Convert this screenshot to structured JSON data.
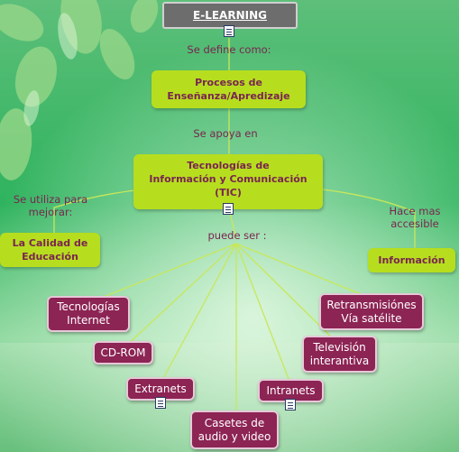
{
  "nodes": {
    "root": "E-LEARNING",
    "procesos": "Procesos de\nEnseñanza/Apredizaje",
    "tic": "Tecnologías de\nInformación y Comunicación\n(TIC)",
    "calidad": "La Calidad de\nEducación",
    "informacion": "Información",
    "tec_internet": "Tecnologías\nInternet",
    "cdrom": "CD-ROM",
    "extranets": "Extranets",
    "casetes": "Casetes de\naudio y video",
    "intranets": "Intranets",
    "television": "Televisión\ninterantiva",
    "retransmisiones": "Retransmisiónes\nVía satélite"
  },
  "link_labels": {
    "se_define": "Se define como:",
    "se_apoya": "Se apoya en",
    "se_utiliza": "Se utiliza para\nmejorar:",
    "hace_mas": "Hace mas\naccesible",
    "puede_ser": "puede ser :"
  },
  "icons": [
    "document-icon",
    "document-icon",
    "document-icon",
    "document-icon",
    "document-icon"
  ],
  "colors": {
    "concept_green": "#b6de1e",
    "concept_purple": "#8c2454",
    "root_gray": "#6d6d6d",
    "label_text": "#7a2550",
    "link_line": "#c8e85a"
  }
}
